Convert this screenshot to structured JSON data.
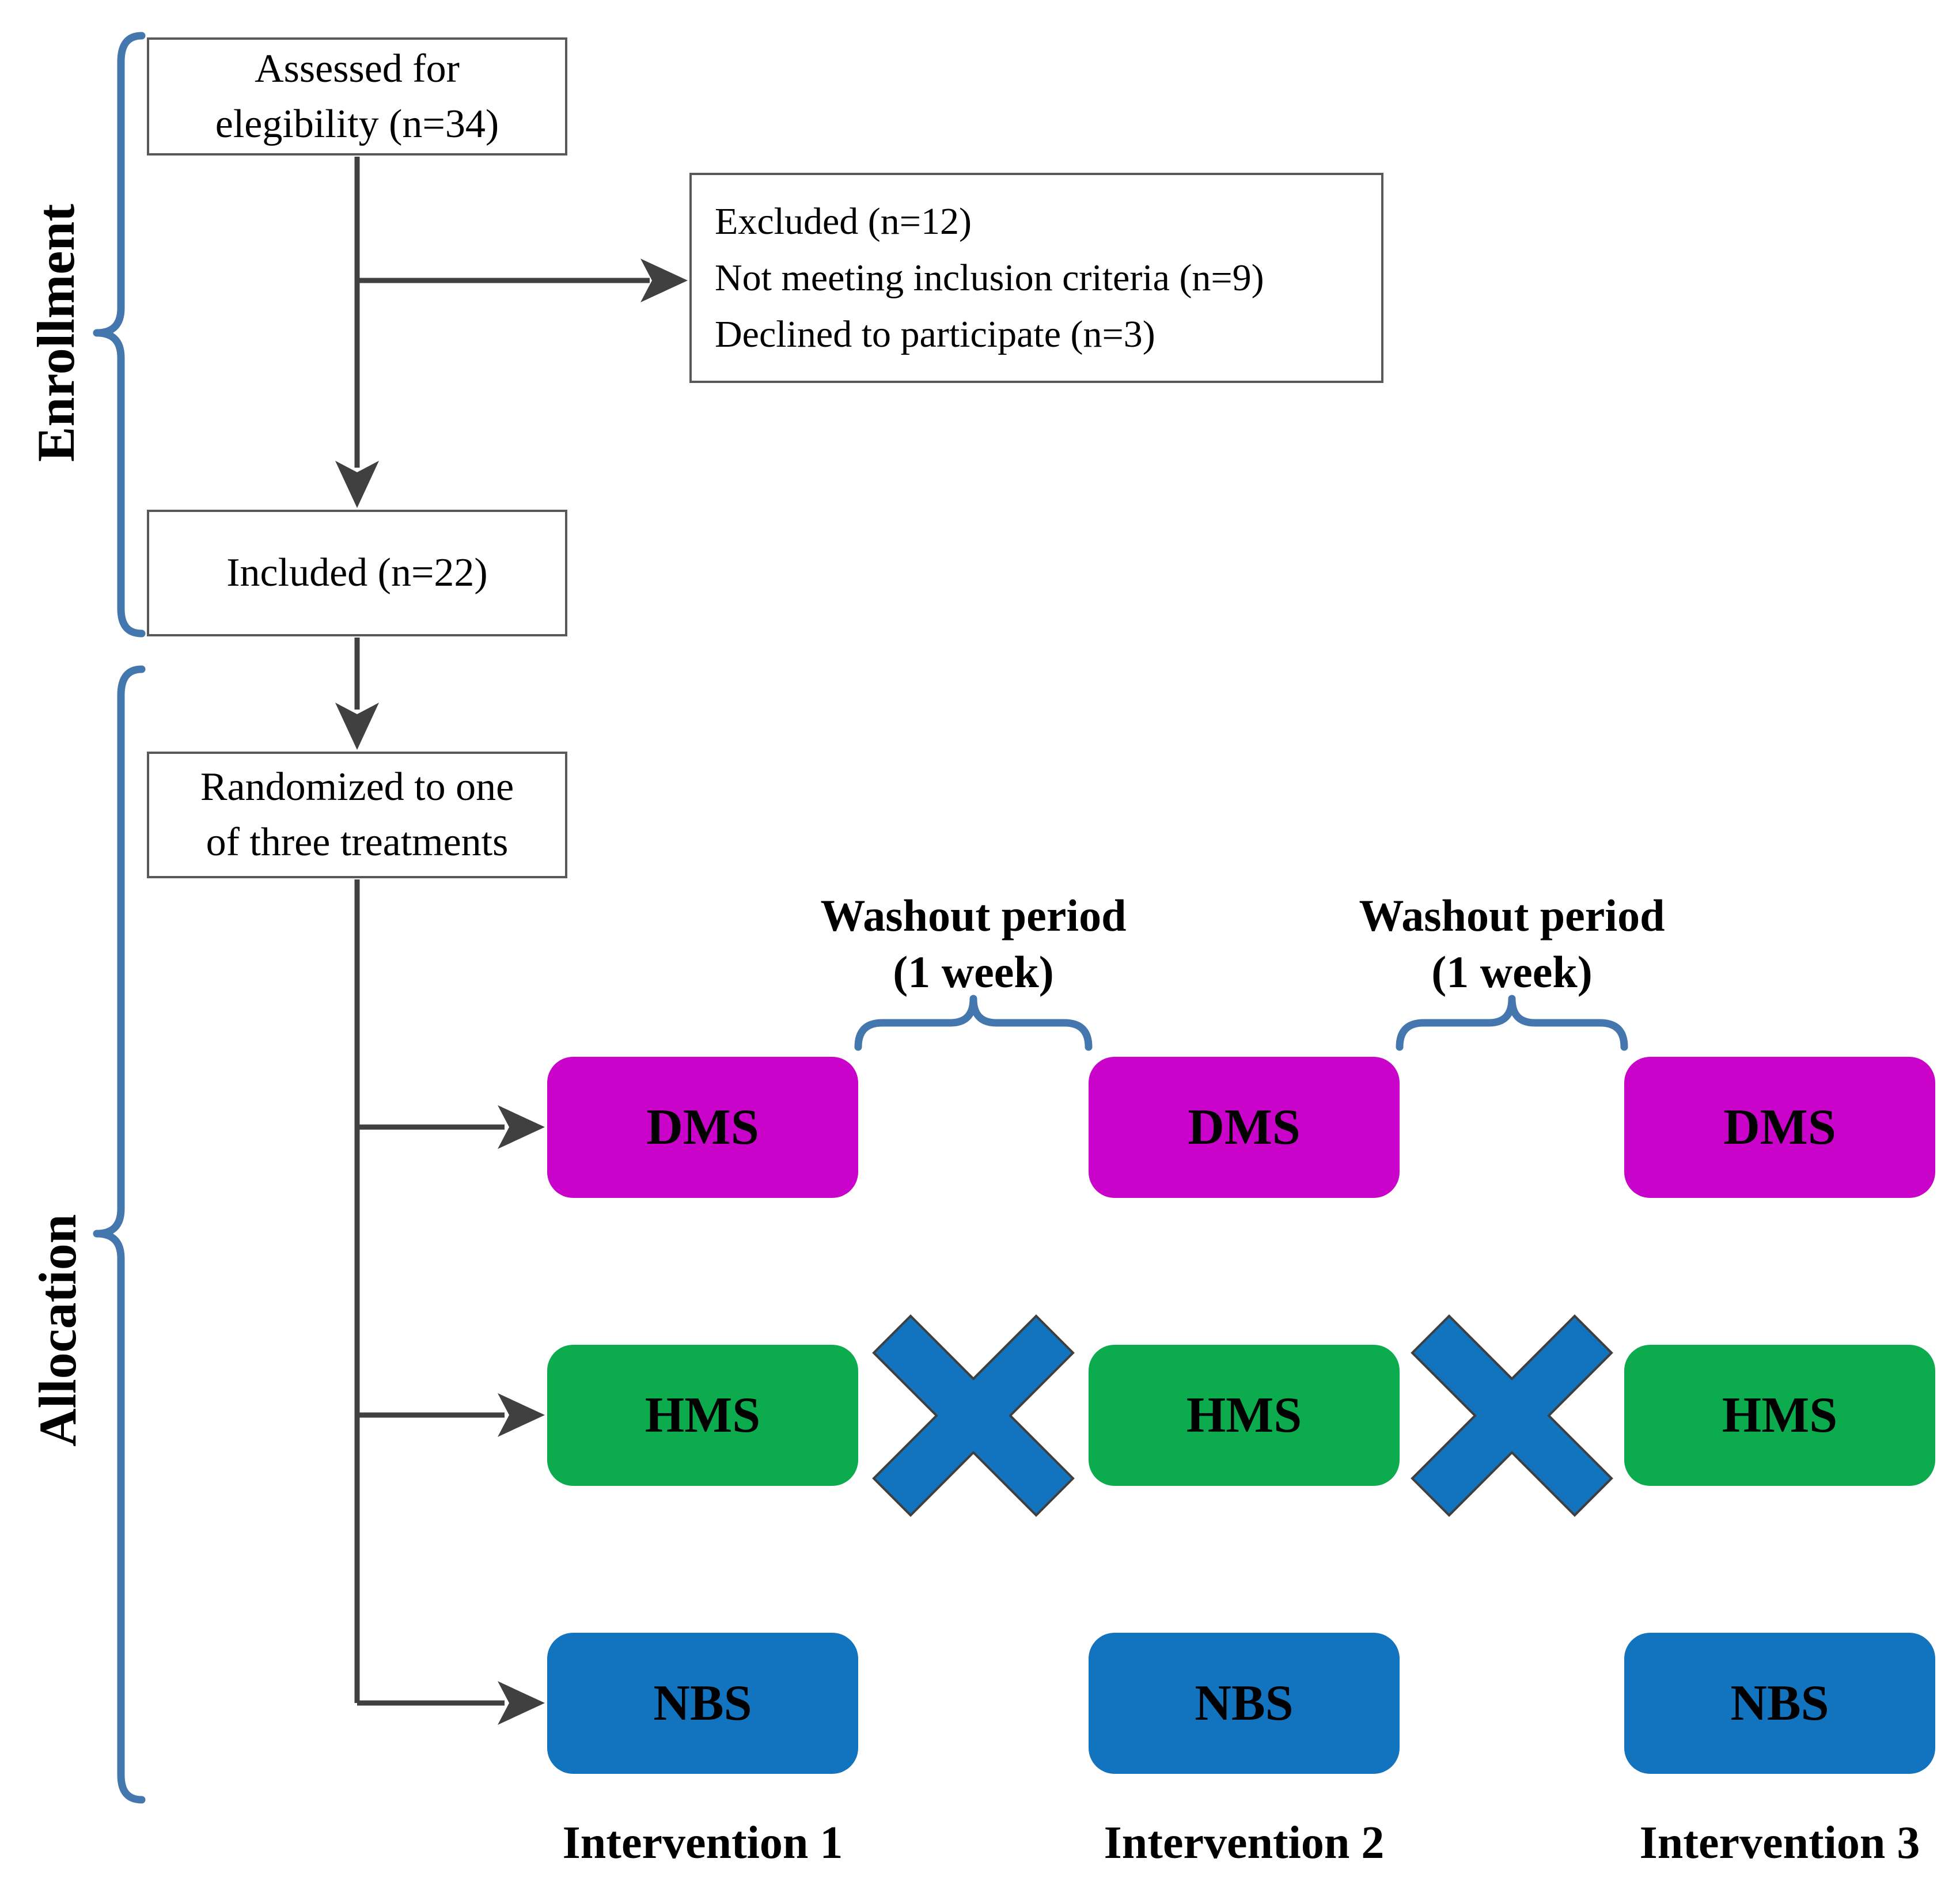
{
  "colors": {
    "brace_blue": "#4377AD",
    "connector_gray": "#404040",
    "box_border": "#595959"
  },
  "side_labels": {
    "enrollment": "Enrollment",
    "allocation": "Allocation"
  },
  "boxes": {
    "assessed_lines": [
      "Assessed for",
      "elegibility (n=34)"
    ],
    "excluded_lines": [
      "Excluded (n=12)",
      "Not meeting inclusion criteria (n=9)",
      "Declined to participate (n=3)"
    ],
    "included": "Included (n=22)",
    "randomized_lines": [
      "Randomized to one",
      "of three treatments"
    ]
  },
  "washout": {
    "line1": "Washout period",
    "line2": "(1 week)"
  },
  "treatments": [
    {
      "id": "dms",
      "label": "DMS",
      "color": "#C903C9"
    },
    {
      "id": "hms",
      "label": "HMS",
      "color": "#0BAB4E"
    },
    {
      "id": "nbs",
      "label": "NBS",
      "color": "#1273BE"
    }
  ],
  "interventions": [
    "Intervention 1",
    "Intervention 2",
    "Intervention 3"
  ]
}
